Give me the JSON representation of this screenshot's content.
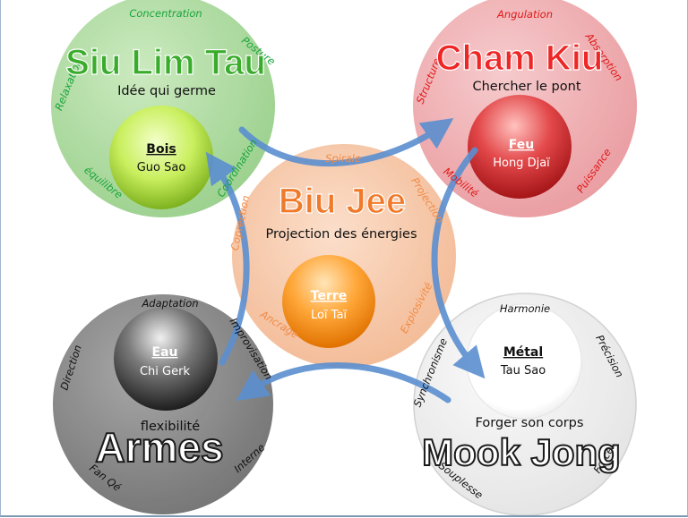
{
  "center": {
    "title": "Biu Jee",
    "subtitle": "Projection des énergies",
    "element": "Terre",
    "element_sub": "Loï Taï",
    "tags": [
      "Spirale",
      "Projection",
      "Explosivité",
      "Ancrage",
      "Coprection"
    ]
  },
  "top_left": {
    "title": "Siu Lim Tau",
    "subtitle": "Idée qui germe",
    "element": "Bois",
    "element_sub": "Guo Sao",
    "tags": [
      "Concentration",
      "Posture",
      "Relaxation",
      "Coordination",
      "équilibre"
    ]
  },
  "top_right": {
    "title": "Cham Kiu",
    "subtitle": "Chercher le pont",
    "element": "Feu",
    "element_sub": "Hong Djaï",
    "tags": [
      "Angulation",
      "Absorption",
      "Structure",
      "Mobilité",
      "Puissance"
    ]
  },
  "bottom_left": {
    "title": "Armes",
    "subtitle": "flexibilité",
    "element": "Eau",
    "element_sub": "Chi Gerk",
    "tags": [
      "Adaptation",
      "Improvisation",
      "Direction",
      "Interne",
      "Fan Qé"
    ]
  },
  "bottom_right": {
    "title": "Mook Jong",
    "subtitle": "Forger son corps",
    "element": "Métal",
    "element_sub": "Tau Sao",
    "tags": [
      "Harmonie",
      "Précision",
      "Synchronisme",
      "Force",
      "Souplesse"
    ]
  },
  "colors": {
    "green": "#7fbf6f",
    "red": "#e88a8f",
    "orange": "#f2a774",
    "gray": "#7b7b7b",
    "white": "#eeeeee",
    "arrow": "#4f86c6"
  }
}
